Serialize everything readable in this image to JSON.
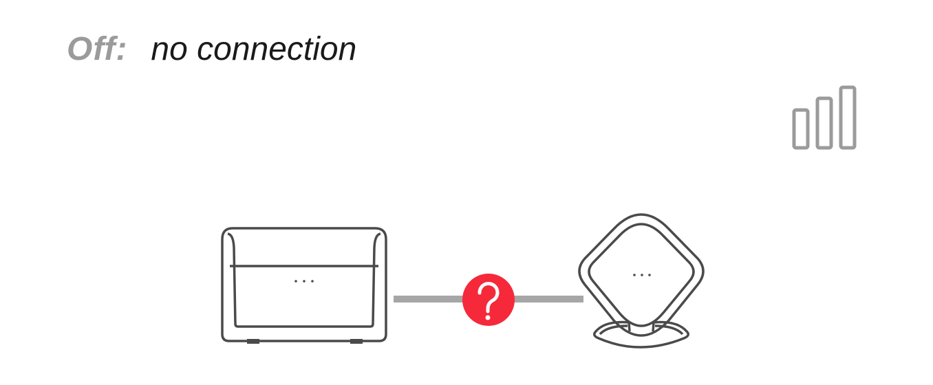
{
  "status": {
    "label": "Off:",
    "text": "no connection"
  },
  "colors": {
    "label": "#9b9b9b",
    "text": "#1a1a1a",
    "device_stroke": "#4a4a4a",
    "link": "#a6a6a6",
    "error": "#f5293a",
    "signal": "#9b9b9b"
  },
  "icons": {
    "signal": "signal-strength-icon",
    "router": "router-icon",
    "repeater": "repeater-icon",
    "error": "question-mark-icon"
  },
  "signal": {
    "bars": 3,
    "active_bars": 0
  }
}
